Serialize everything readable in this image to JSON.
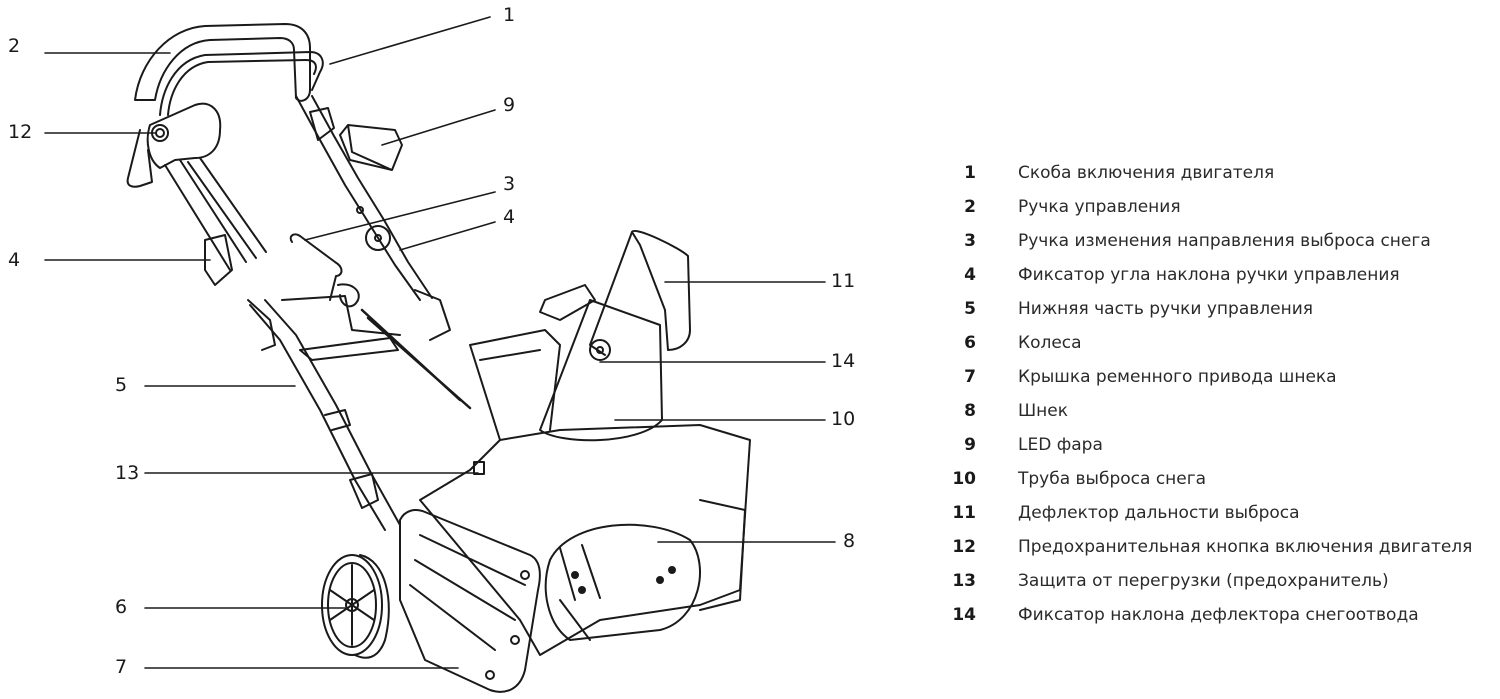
{
  "diagram": {
    "subject": "snow-blower",
    "line_color": "#1a1a1a",
    "callouts": [
      {
        "num": "1"
      },
      {
        "num": "2"
      },
      {
        "num": "12"
      },
      {
        "num": "9"
      },
      {
        "num": "3"
      },
      {
        "num": "4"
      },
      {
        "num": "4"
      },
      {
        "num": "11"
      },
      {
        "num": "14"
      },
      {
        "num": "5"
      },
      {
        "num": "10"
      },
      {
        "num": "13"
      },
      {
        "num": "8"
      },
      {
        "num": "6"
      },
      {
        "num": "7"
      }
    ]
  },
  "legend": {
    "items": [
      {
        "num": "1",
        "label": "Скоба включения двигателя"
      },
      {
        "num": "2",
        "label": "Ручка управления"
      },
      {
        "num": "3",
        "label": "Ручка изменения направления выброса снега"
      },
      {
        "num": "4",
        "label": "Фиксатор угла наклона ручки управления"
      },
      {
        "num": "5",
        "label": "Нижняя часть ручки управления"
      },
      {
        "num": "6",
        "label": "Колеса"
      },
      {
        "num": "7",
        "label": "Крышка ременного привода шнека"
      },
      {
        "num": "8",
        "label": "Шнек"
      },
      {
        "num": "9",
        "label": "LED фара"
      },
      {
        "num": "10",
        "label": "Труба выброса снега"
      },
      {
        "num": "11",
        "label": "Дефлектор дальности выброса"
      },
      {
        "num": "12",
        "label": "Предохранительная кнопка включения двигателя"
      },
      {
        "num": "13",
        "label": "Защита от перегрузки (предохранитель)"
      },
      {
        "num": "14",
        "label": "Фиксатор наклона дефлектора снегоотвода"
      }
    ]
  }
}
